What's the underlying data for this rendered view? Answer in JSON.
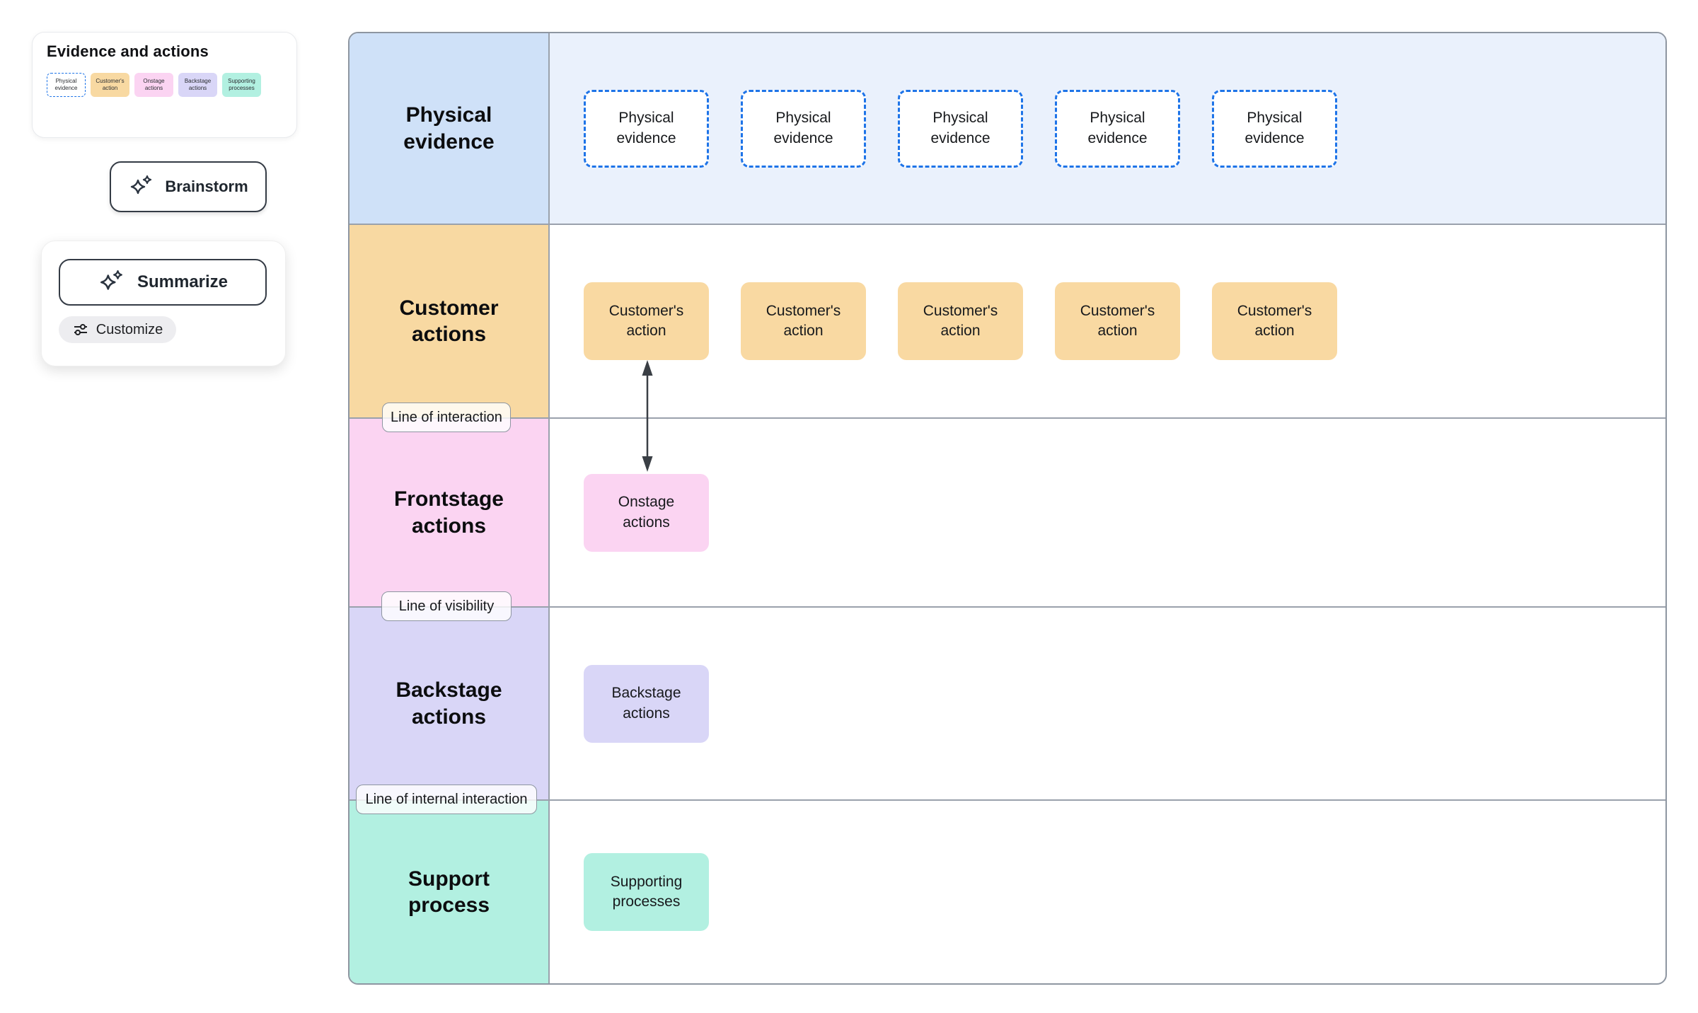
{
  "left_panel": {
    "title": "Evidence and actions",
    "chips": [
      {
        "label": "Physical evidence",
        "color": "#ffffff",
        "border": "#1e74e8"
      },
      {
        "label": "Customer's action",
        "color": "#f8d9a2"
      },
      {
        "label": "Onstage actions",
        "color": "#fbd4f2"
      },
      {
        "label": "Backstage actions",
        "color": "#d9d6f7"
      },
      {
        "label": "Supporting processes",
        "color": "#b2f0e1"
      }
    ]
  },
  "ai_tools": {
    "brainstorm_label": "Brainstorm",
    "summarize_label": "Summarize",
    "customize_label": "Customize"
  },
  "blueprint": {
    "rows": [
      {
        "header": "Physical evidence",
        "items": [
          "Physical evidence",
          "Physical evidence",
          "Physical evidence",
          "Physical evidence",
          "Physical evidence"
        ]
      },
      {
        "header": "Customer actions",
        "items": [
          "Customer's action",
          "Customer's action",
          "Customer's action",
          "Customer's action",
          "Customer's action"
        ]
      },
      {
        "header": "Frontstage actions",
        "items": [
          "Onstage actions"
        ]
      },
      {
        "header": "Backstage actions",
        "items": [
          "Backstage actions"
        ]
      },
      {
        "header": "Support process",
        "items": [
          "Supporting processes"
        ]
      }
    ],
    "dividers": [
      {
        "label": "Line of interaction"
      },
      {
        "label": "Line of visibility"
      },
      {
        "label": "Line of internal interaction"
      }
    ]
  },
  "colors": {
    "physical_evidence_header": "#cfe1f8",
    "physical_evidence_row_bg": "#eaf1fc",
    "physical_evidence_box_border": "#1e74e8",
    "customer_actions": "#f8d9a2",
    "frontstage_actions": "#fbd4f2",
    "backstage_actions": "#d9d6f7",
    "support_process": "#b2f0e1",
    "grid_line": "#9aa1ac",
    "arrow": "#3a3f45"
  }
}
